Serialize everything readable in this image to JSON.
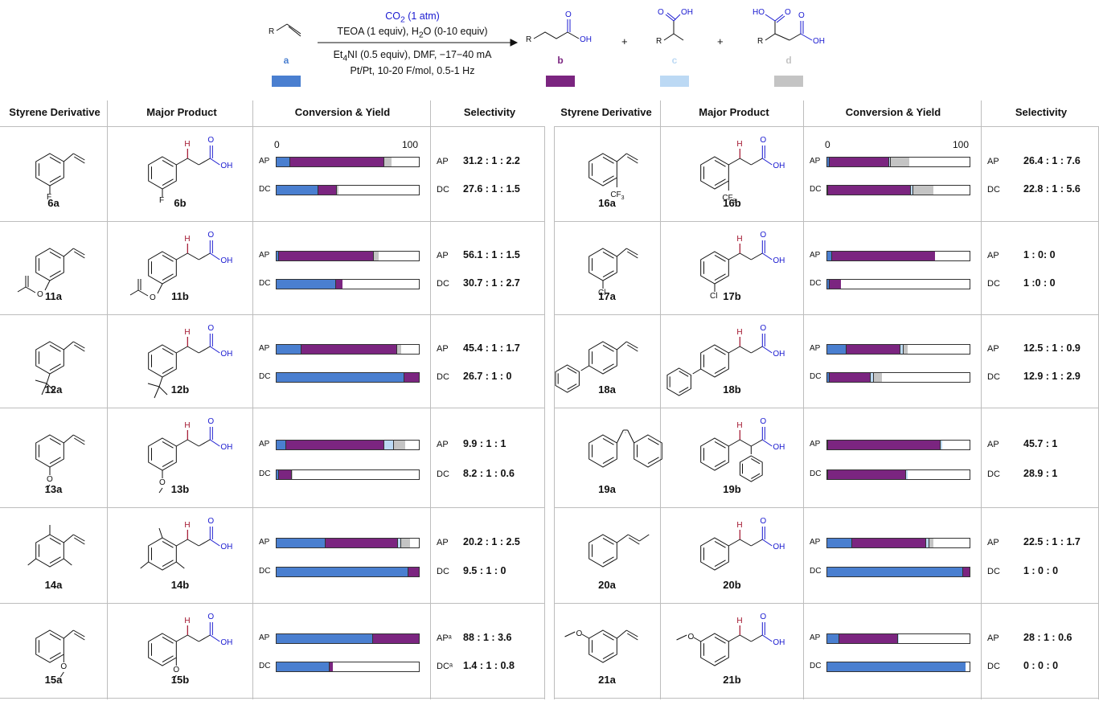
{
  "header": {
    "conditions": [
      {
        "pre": "CO",
        "sub": "2",
        "post": " (1 atm)",
        "blue": true
      },
      {
        "pre": "TEOA (1 equiv), H",
        "sub": "2",
        "post": "O (0-10 equiv)"
      },
      {
        "pre": "Et",
        "sub": "4",
        "post": "NI (0.5 equiv), DMF, −17−40 mA"
      },
      {
        "pre": "Pt/Pt, 10-20 F/mol, 0.5-1 Hz",
        "sub": "",
        "post": ""
      }
    ],
    "labels": {
      "a": "a",
      "b": "b",
      "c": "c",
      "d": "d"
    },
    "scheme_atoms": {
      "R": "R",
      "OH": "OH",
      "O": "O",
      "HO": "HO"
    },
    "plus": "+"
  },
  "colors": {
    "a": "#4a7fd0",
    "b": "#7b2580",
    "c": "#bcd9f4",
    "d": "#c4c4c4",
    "red": "#a0102a",
    "blue": "#1a1ad0"
  },
  "columns": [
    "Styrene Derivative",
    "Major Product",
    "Conversion & Yield",
    "Selectivity"
  ],
  "axis": {
    "min": "0",
    "max": "100"
  },
  "row_labels": {
    "ap": "AP",
    "dc": "DC"
  },
  "atoms": {
    "F": "F",
    "Cl": "Cl",
    "CF3": "CF",
    "CF3_sub": "3",
    "O": "O",
    "OH": "OH",
    "HO": "HO",
    "H": "H"
  },
  "entries": [
    {
      "sub": "6a",
      "prod": "6b",
      "ap": [
        9,
        66,
        0,
        5
      ],
      "dc": [
        29,
        13,
        0,
        1
      ],
      "ap_label": "AP",
      "dc_label": "DC",
      "ap_sel": "31.2 : 1 : 2.2",
      "dc_sel": "27.6 : 1 : 1.5"
    },
    {
      "sub": "11a",
      "prod": "11b",
      "ap": [
        1,
        67,
        0,
        3
      ],
      "dc": [
        41,
        5,
        0,
        0
      ],
      "ap_label": "AP",
      "dc_label": "DC",
      "ap_sel": "56.1 : 1 : 1.5",
      "dc_sel": "30.7 : 1 : 2.7"
    },
    {
      "sub": "12a",
      "prod": "12b",
      "ap": [
        17,
        67,
        0,
        3
      ],
      "dc": [
        89,
        12,
        0,
        0
      ],
      "ap_label": "AP",
      "dc_label": "DC",
      "ap_sel": "45.4 : 1 : 1.7",
      "dc_sel": "26.7 : 1 : 0"
    },
    {
      "sub": "13a",
      "prod": "13b",
      "ap": [
        6,
        69,
        7,
        8
      ],
      "dc": [
        1,
        9,
        0,
        1
      ],
      "ap_label": "AP",
      "dc_label": "DC",
      "ap_sel": "9.9 : 1 : 1",
      "dc_sel": "8.2 : 1 : 0.6"
    },
    {
      "sub": "14a",
      "prod": "14b",
      "ap": [
        34,
        51,
        2,
        6
      ],
      "dc": [
        92,
        8,
        0,
        0
      ],
      "ap_label": "AP",
      "dc_label": "DC",
      "ap_sel": "20.2 : 1 : 2.5",
      "dc_sel": "9.5 : 1 : 0"
    },
    {
      "sub": "15a",
      "prod": "15b",
      "ap": [
        67,
        36,
        0,
        0
      ],
      "dc": [
        37,
        2,
        0,
        0
      ],
      "ap_label": "APᵃ",
      "dc_label": "DCᵃ",
      "ap_sel": "88 : 1 : 3.6",
      "dc_sel": "1.4 : 1 : 0.8"
    },
    {
      "sub": "16a",
      "prod": "16b",
      "ap": [
        1,
        42,
        1,
        13
      ],
      "dc": [
        0,
        58,
        2,
        14
      ],
      "ap_label": "AP",
      "dc_label": "DC",
      "ap_sel": "26.4 : 1 : 7.6",
      "dc_sel": "22.8 : 1 : 5.6"
    },
    {
      "sub": "17a",
      "prod": "17b",
      "ap": [
        3,
        72,
        0,
        0
      ],
      "dc": [
        1,
        8,
        0,
        0
      ],
      "ap_label": "AP",
      "dc_label": "DC",
      "ap_sel": "1 : 0: 0",
      "dc_sel": "1 :0 : 0"
    },
    {
      "sub": "18a",
      "prod": "18b",
      "ap": [
        13,
        38,
        2,
        3
      ],
      "dc": [
        1,
        29,
        2,
        6
      ],
      "ap_label": "AP",
      "dc_label": "DC",
      "ap_sel": "12.5 : 1 : 0.9",
      "dc_sel": "12.9 : 1 : 2.9"
    },
    {
      "sub": "19a",
      "prod": "19b",
      "ap": [
        0,
        79,
        1,
        0
      ],
      "dc": [
        0,
        55,
        1,
        0
      ],
      "ap_label": "AP",
      "dc_label": "DC",
      "ap_sel": "45.7 : 1",
      "dc_sel": "28.9 : 1"
    },
    {
      "sub": "20a",
      "prod": "20b",
      "ap": [
        17,
        52,
        2,
        3
      ],
      "dc": [
        95,
        5,
        0,
        0
      ],
      "ap_label": "AP",
      "dc_label": "DC",
      "ap_sel": "22.5 : 1 : 1.7",
      "dc_sel": "1 : 0 : 0"
    },
    {
      "sub": "21a",
      "prod": "21b",
      "ap": [
        8,
        41,
        1,
        0
      ],
      "dc": [
        97,
        0,
        0,
        0
      ],
      "ap_label": "AP",
      "dc_label": "DC",
      "ap_sel": "28 : 1 : 0.6",
      "dc_sel": "0 : 0 : 0"
    }
  ]
}
